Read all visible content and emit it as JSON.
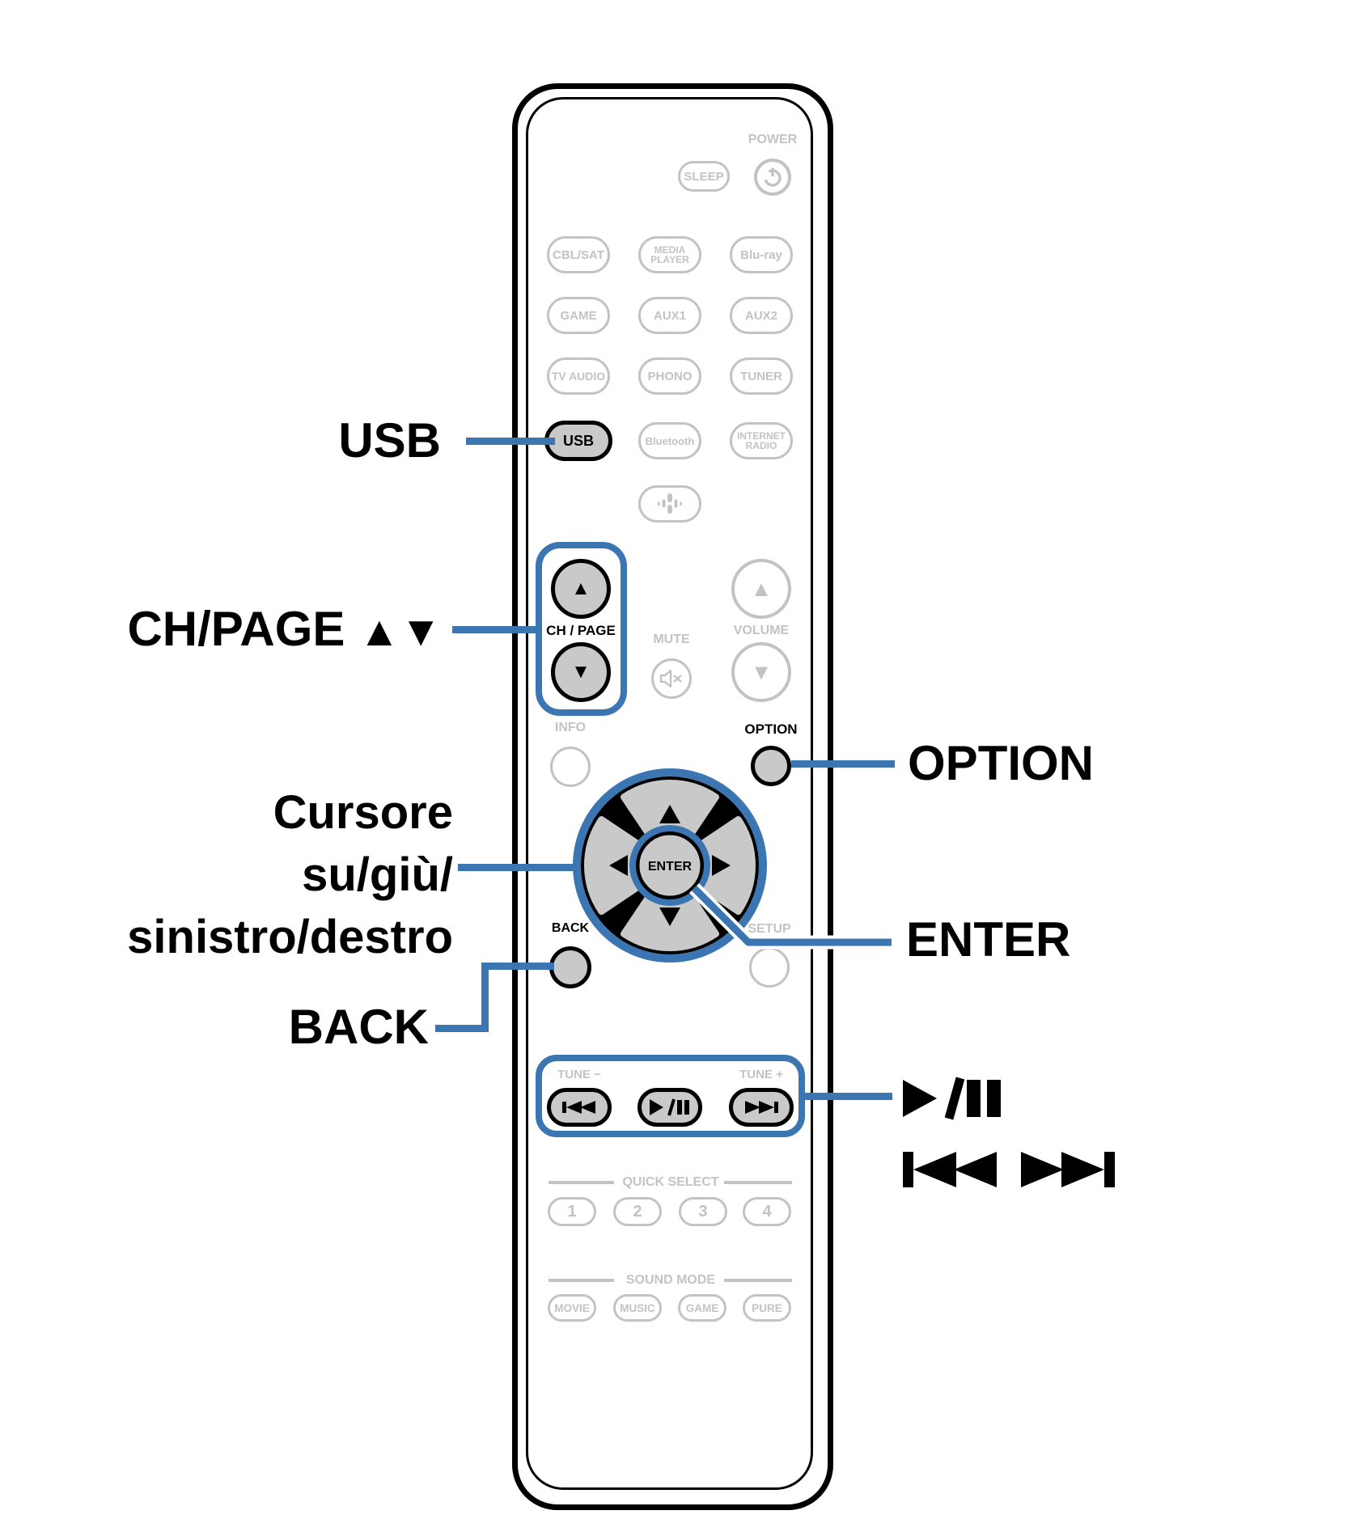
{
  "title": "Remote control diagram",
  "colors": {
    "accent": "#3b76b2",
    "button_fill": "#c9c9c9",
    "inactive_gray": "#c3c3c3",
    "ink": "#000000"
  },
  "callouts": {
    "usb": "USB",
    "ch_page": "CH/PAGE",
    "ch_page_arrows": "▲▼",
    "cursor_line1": "Cursore",
    "cursor_line2": "su/giù/",
    "cursor_line3": "sinistro/destro",
    "back": "BACK",
    "option": "OPTION",
    "enter": "ENTER"
  },
  "icons": {
    "power": "⏻",
    "sleep_pill": "SLEEP",
    "mute": "speaker-x",
    "eq": "sound-wave",
    "up": "▲",
    "down": "▼",
    "left": "◀",
    "right": "▶",
    "play_pause": "▶/❚❚",
    "skip_back": "❚◀◀",
    "skip_forward": "▶▶❚"
  },
  "remote": {
    "power_label": "POWER",
    "sleep": "SLEEP",
    "sources": {
      "cbl_sat": "CBL/SAT",
      "media_player": "MEDIA\nPLAYER",
      "blu_ray": "Blu-ray",
      "game": "GAME",
      "aux1": "AUX1",
      "aux2": "AUX2",
      "tv_audio": "TV AUDIO",
      "phono": "PHONO",
      "tuner": "TUNER",
      "usb": "USB",
      "bluetooth": "Bluetooth",
      "internet_radio": "INTERNET\nRADIO"
    },
    "ch_page_label": "CH / PAGE",
    "up_arrow": "▲",
    "down_arrow": "▼",
    "mute_label": "MUTE",
    "volume_label": "VOLUME",
    "info_label": "INFO",
    "option_label": "OPTION",
    "enter_label": "ENTER",
    "back_label": "BACK",
    "setup_label": "SETUP",
    "tune_minus": "TUNE −",
    "tune_plus": "TUNE +",
    "quick_select_label": "QUICK SELECT",
    "quick": {
      "q1": "1",
      "q2": "2",
      "q3": "3",
      "q4": "4"
    },
    "sound_mode_label": "SOUND MODE",
    "sound": {
      "movie": "MOVIE",
      "music": "MUSIC",
      "game": "GAME",
      "pure": "PURE"
    }
  }
}
